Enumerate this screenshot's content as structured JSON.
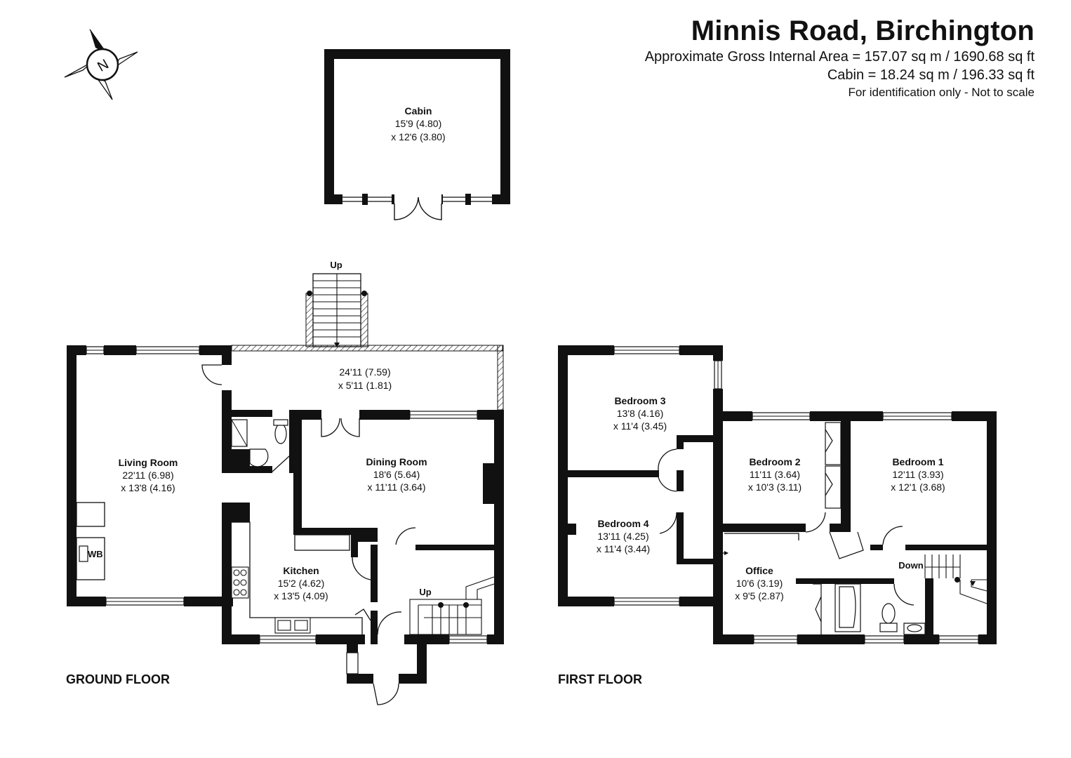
{
  "header": {
    "title": "Minnis Road, Birchington",
    "gross_area": "Approximate Gross Internal Area = 157.07 sq m / 1690.68 sq ft",
    "cabin_area": "Cabin = 18.24 sq m / 196.33 sq ft",
    "disclaimer": "For identification only - Not to scale"
  },
  "compass": {
    "letter": "N",
    "icon": "compass-icon"
  },
  "floors": {
    "ground": "GROUND FLOOR",
    "first": "FIRST FLOOR"
  },
  "cabin": {
    "name": "Cabin",
    "dim1": "15'9 (4.80)",
    "dim2": "x 12'6 (3.80)"
  },
  "ground_floor": {
    "stairs_outside_label": "Up",
    "conservatory": {
      "dim1": "24'11 (7.59)",
      "dim2": "x 5'11 (1.81)"
    },
    "living_room": {
      "name": "Living Room",
      "dim1": "22'11 (6.98)",
      "dim2": "x 13'8 (4.16)"
    },
    "dining_room": {
      "name": "Dining Room",
      "dim1": "18'6 (5.64)",
      "dim2": "x 11'11 (3.64)"
    },
    "kitchen": {
      "name": "Kitchen",
      "dim1": "15'2 (4.62)",
      "dim2": "x 13'5 (4.09)"
    },
    "wb_label": "WB",
    "stairs_label": "Up"
  },
  "first_floor": {
    "bedroom3": {
      "name": "Bedroom 3",
      "dim1": "13'8 (4.16)",
      "dim2": "x 11'4 (3.45)"
    },
    "bedroom4": {
      "name": "Bedroom 4",
      "dim1": "13'11 (4.25)",
      "dim2": "x 11'4 (3.44)"
    },
    "bedroom2": {
      "name": "Bedroom 2",
      "dim1": "11'11 (3.64)",
      "dim2": "x 10'3 (3.11)"
    },
    "bedroom1": {
      "name": "Bedroom 1",
      "dim1": "12'11 (3.93)",
      "dim2": "x 12'1 (3.68)"
    },
    "office": {
      "name": "Office",
      "dim1": "10'6 (3.19)",
      "dim2": "x 9'5 (2.87)"
    },
    "stairs_label": "Down"
  }
}
